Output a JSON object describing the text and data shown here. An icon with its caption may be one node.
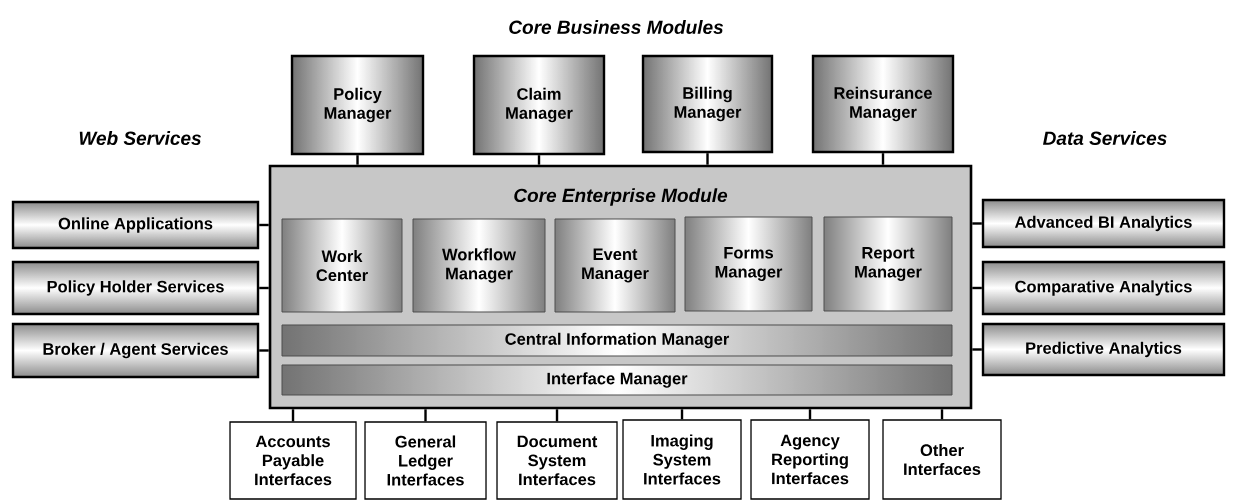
{
  "diagram": {
    "nodes": [
      {
        "text": [
          "Policy Manager"
        ]
      },
      {
        "text": [
          "Claim Manager"
        ]
      },
      {
        "text": [
          "Billing Manager"
        ]
      },
      {
        "text": [
          "Reinsurance Manager"
        ]
      },
      {
        "text": [
          "Core Enterprise Module"
        ]
      },
      {
        "text": [
          "Work Center"
        ],
        "in": 4
      },
      {
        "text": [
          "Workflow Manager"
        ],
        "in": 4
      },
      {
        "text": [
          "Event Manager"
        ],
        "in": 4
      },
      {
        "text": [
          "Forms Manager"
        ],
        "in": 4
      },
      {
        "text": [
          "Report Manager"
        ],
        "in": 4
      },
      {
        "text": [
          "Central Information Manager"
        ],
        "in": 4
      },
      {
        "text": [
          "Interface Manager"
        ],
        "in": 4
      },
      {
        "text": [
          "Online Applications"
        ]
      },
      {
        "text": [
          "Policy Holder Services"
        ]
      },
      {
        "text": [
          "Broker / Agent Services"
        ]
      },
      {
        "text": [
          "Advanced BI Analytics"
        ]
      },
      {
        "text": [
          "Comparative Analytics"
        ]
      },
      {
        "text": [
          "Predictive Analytics"
        ]
      },
      {
        "text": [
          "Accounts Payable Interfaces"
        ]
      },
      {
        "text": [
          "General Ledger Interfaces"
        ]
      },
      {
        "text": [
          "Document System Interfaces"
        ]
      },
      {
        "text": [
          "Imaging System Interfaces"
        ]
      },
      {
        "text": [
          "Agency Reporting Interfaces"
        ]
      },
      {
        "text": [
          "Other Interfaces"
        ]
      }
    ],
    "edges": [
      {
        "from": 0,
        "to": 4,
        "arrow": "none"
      },
      {
        "from": 1,
        "to": 4,
        "arrow": "none"
      },
      {
        "from": 2,
        "to": 4,
        "arrow": "none"
      },
      {
        "from": 3,
        "to": 4,
        "arrow": "none"
      },
      {
        "from": 12,
        "to": 4,
        "arrow": "none"
      },
      {
        "from": 13,
        "to": 4,
        "arrow": "none"
      },
      {
        "from": 14,
        "to": 4,
        "arrow": "none"
      },
      {
        "from": 4,
        "to": 15,
        "arrow": "none"
      },
      {
        "from": 4,
        "to": 16,
        "arrow": "none"
      },
      {
        "from": 4,
        "to": 17,
        "arrow": "none"
      },
      {
        "from": 4,
        "to": 18,
        "arrow": "none"
      },
      {
        "from": 4,
        "to": 19,
        "arrow": "none"
      },
      {
        "from": 4,
        "to": 20,
        "arrow": "none"
      },
      {
        "from": 4,
        "to": 21,
        "arrow": "none"
      },
      {
        "from": 4,
        "to": 22,
        "arrow": "none"
      },
      {
        "from": 4,
        "to": 23,
        "arrow": "none"
      }
    ],
    "labels": [
      "Core Business Modules",
      "Web Services",
      "Data Services"
    ]
  }
}
